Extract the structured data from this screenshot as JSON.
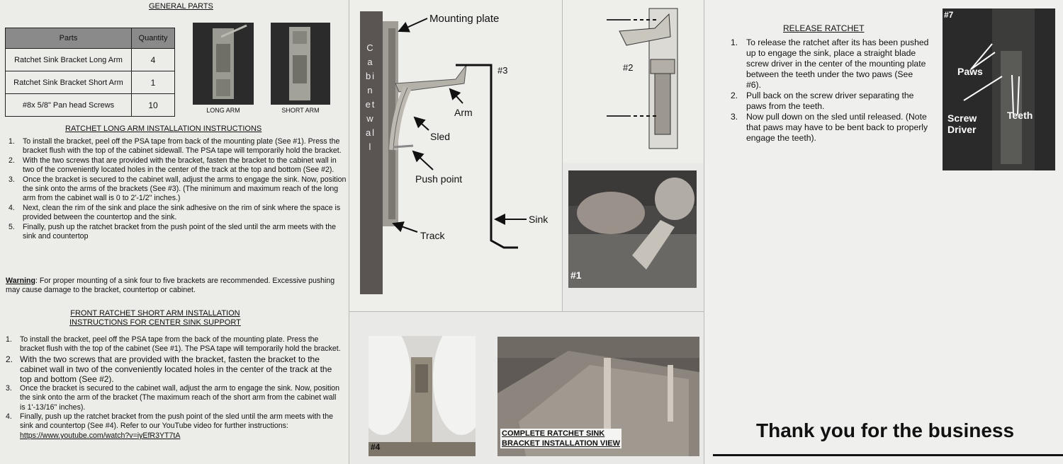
{
  "general": {
    "title": "GENERAL PARTS",
    "table": {
      "headers": [
        "Parts",
        "Quantity"
      ],
      "rows": [
        [
          "Ratchet Sink Bracket Long Arm",
          "4"
        ],
        [
          "Ratchet Sink Bracket Short Arm",
          "1"
        ],
        [
          "#8x 5/8\" Pan head Screws",
          "10"
        ]
      ]
    },
    "long_arm_caption": "LONG ARM",
    "short_arm_caption": "SHORT ARM"
  },
  "long_arm": {
    "title": "RATCHET LONG ARM INSTALLATION INSTRUCTIONS",
    "steps": [
      {
        "n": "1.",
        "text": "To install the bracket, peel off the PSA tape from back of the mounting plate (See #1). Press the bracket flush with the top of the cabinet sidewall. The PSA tape will temporarily hold the bracket."
      },
      {
        "n": "2.",
        "text": "With the two screws that are provided with the bracket, fasten the bracket to the cabinet wall in two of the conveniently located holes in the center of the track at the top and bottom (See #2)."
      },
      {
        "n": "3.",
        "text": "Once the bracket is secured to the cabinet wall, adjust the arms to engage the sink. Now, position the sink onto the arms of the brackets (See #3). (The minimum and maximum reach of the long arm from the cabinet wall is 0 to 2'-1/2\" inches.)"
      },
      {
        "n": "4.",
        "text": "Next, clean the rim of the sink and place the sink adhesive on the rim of sink where the space is provided between the countertop and the sink."
      },
      {
        "n": "5.",
        "text": "Finally, push up the ratchet bracket from the push point of the sled until the arm meets with the sink and countertop"
      }
    ],
    "warning_label": "Warning",
    "warning_text": ": For proper mounting of a sink four to five brackets are recommended. Excessive pushing may cause damage to the bracket, countertop or cabinet."
  },
  "short_arm": {
    "title_line1": "FRONT RATCHET SHORT ARM INSTALLATION",
    "title_line2": "INSTRUCTIONS FOR CENTER SINK SUPPORT",
    "steps": [
      {
        "n": "1.",
        "text": "To install the bracket, peel off the PSA tape from the back of the mounting plate. Press the bracket flush with the top of the cabinet (See #1). The PSA tape will temporarily hold the bracket."
      },
      {
        "n": "2.",
        "text": "With the two screws that are provided with the bracket, fasten the bracket to the cabinet wall in two of the conveniently located holes in the center of the track at the top and bottom (See #2)."
      },
      {
        "n": "3.",
        "text": "Once the bracket is secured to the cabinet wall, adjust the arm to engage the sink. Now, position the sink onto the arm of the bracket (The maximum reach of the short arm from the cabinet wall is 1'-13/16\" inches)."
      },
      {
        "n": "4.",
        "text": "Finally, push up the ratchet bracket from the push point of the sled until the arm meets with the sink and countertop (See #4). Refer to our YouTube video for further instructions: "
      }
    ],
    "video_link": "https://www.youtube.com/watch?v=iyEfR3YT7tA"
  },
  "diagram3": {
    "cabinet_wall": "Cabinet wall",
    "mounting_plate": "Mounting plate",
    "number": "#3",
    "arm": "Arm",
    "sled": "Sled",
    "push_point": "Push point",
    "sink": "Sink",
    "track": "Track"
  },
  "diagram2": {
    "number": "#2"
  },
  "photo1": {
    "label": "#1"
  },
  "photo4": {
    "label": "#4"
  },
  "photo_complete": {
    "line1": "COMPLETE RATCHET SINK",
    "line2": "BRACKET INSTALLATION VIEW"
  },
  "release": {
    "title": "RELEASE RATCHET",
    "steps": [
      {
        "n": "1.",
        "text": "To release the ratchet after its has been pushed up to engage the sink, place a straight blade screw driver in the center of the mounting plate between the teeth under the two paws (See #6)."
      },
      {
        "n": "2.",
        "text": "Pull back on the screw driver separating the paws from the teeth."
      },
      {
        "n": "3.",
        "text": "Now pull down on the sled until released. (Note that paws may have to be bent back to properly engage the teeth)."
      }
    ]
  },
  "photo7": {
    "number": "#7",
    "paws": "Paws",
    "screw_driver_1": "Screw",
    "screw_driver_2": "Driver",
    "teeth": "Teeth"
  },
  "thanks": "Thank you for the business"
}
